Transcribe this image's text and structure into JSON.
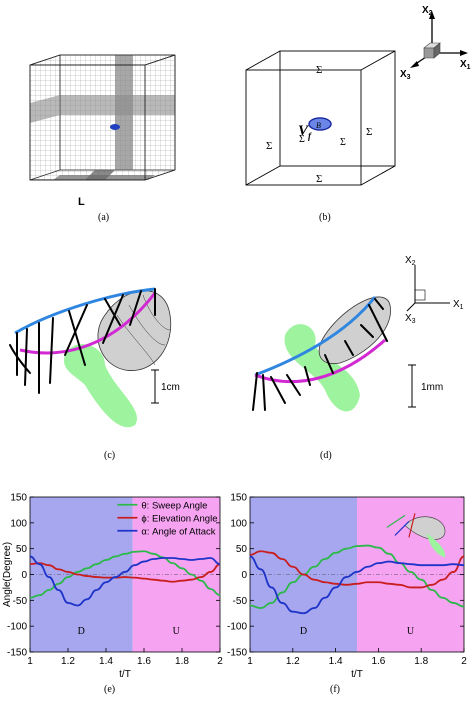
{
  "captions": {
    "a": "(a)",
    "b": "(b)",
    "c": "(c)",
    "d": "(d)",
    "e": "(e)",
    "f": "(f)"
  },
  "panel_a": {
    "length_label": "L"
  },
  "panel_b": {
    "sigma": "Σ",
    "fluid_label": "V",
    "fluid_sub": "f",
    "body_label": "B"
  },
  "axes_top": {
    "x1": "X",
    "x1_sub": "1",
    "x2": "X",
    "x2_sub": "2",
    "x3": "X",
    "x3_sub": "3"
  },
  "axes_mid": {
    "x1": "X",
    "x1_sub": "1",
    "x2": "X",
    "x2_sub": "2",
    "x3": "X",
    "x3_sub": "3"
  },
  "scale_c": "1cm",
  "scale_d": "1mm",
  "colors": {
    "sweep": "#2db84a",
    "elevation": "#c81e1e",
    "attack": "#1e34c8",
    "down_band": "#a7a7f0",
    "up_band": "#f6a3f2",
    "wing_blue": "#2f86e0",
    "wing_magenta": "#d22ad2",
    "wake_green": "#9ef39e",
    "body_gray": "#d0d0d0"
  },
  "chart_data": [
    {
      "type": "line",
      "xlabel": "t/T",
      "ylabel": "Angle(Degree)",
      "xlim": [
        1,
        2
      ],
      "ylim": [
        -150,
        150
      ],
      "xticks": [
        "1",
        "1.2",
        "1.4",
        "1.6",
        "1.8",
        "2"
      ],
      "yticks": [
        "150",
        "100",
        "50",
        "0",
        "-50",
        "-100",
        "-150"
      ],
      "bands": [
        {
          "label": "D",
          "from": 1.0,
          "to": 1.54
        },
        {
          "label": "U",
          "from": 1.54,
          "to": 2.0
        }
      ],
      "legend": [
        "θ: Sweep Angle",
        "ϕ: Elevation Angle",
        "α: Angle of Attack"
      ],
      "legend_position": "top-right",
      "x": [
        1.0,
        1.05,
        1.1,
        1.15,
        1.2,
        1.25,
        1.3,
        1.35,
        1.4,
        1.45,
        1.5,
        1.55,
        1.6,
        1.65,
        1.7,
        1.75,
        1.8,
        1.85,
        1.9,
        1.95,
        2.0
      ],
      "series": [
        {
          "name": "θ: Sweep Angle",
          "values": [
            -45,
            -40,
            -30,
            -18,
            -5,
            5,
            12,
            20,
            28,
            35,
            40,
            44,
            45,
            40,
            33,
            22,
            12,
            0,
            -12,
            -28,
            -40
          ]
        },
        {
          "name": "ϕ: Elevation Angle",
          "values": [
            20,
            22,
            18,
            10,
            5,
            0,
            -3,
            -5,
            -6,
            -6,
            -5,
            -6,
            -8,
            -10,
            -12,
            -14,
            -12,
            -10,
            -5,
            5,
            20
          ]
        },
        {
          "name": "α: Angle of Attack",
          "values": [
            35,
            20,
            -5,
            -30,
            -55,
            -60,
            -48,
            -30,
            -15,
            -5,
            5,
            18,
            25,
            30,
            32,
            32,
            30,
            28,
            30,
            32,
            20
          ]
        }
      ]
    },
    {
      "type": "line",
      "xlabel": "t/T",
      "ylabel": "",
      "xlim": [
        1,
        2
      ],
      "ylim": [
        -150,
        150
      ],
      "xticks": [
        "1",
        "1.2",
        "1.4",
        "1.6",
        "1.8",
        "2"
      ],
      "yticks": [
        "150",
        "100",
        "50",
        "0",
        "-50",
        "-100",
        "-150"
      ],
      "bands": [
        {
          "label": "D",
          "from": 1.0,
          "to": 1.5
        },
        {
          "label": "U",
          "from": 1.5,
          "to": 2.0
        }
      ],
      "x": [
        1.0,
        1.05,
        1.1,
        1.15,
        1.2,
        1.25,
        1.3,
        1.35,
        1.4,
        1.45,
        1.5,
        1.55,
        1.6,
        1.65,
        1.7,
        1.75,
        1.8,
        1.85,
        1.9,
        1.95,
        2.0
      ],
      "series": [
        {
          "name": "",
          "values": [
            -60,
            -65,
            -55,
            -35,
            -15,
            0,
            15,
            30,
            42,
            50,
            55,
            56,
            52,
            40,
            22,
            5,
            -10,
            -30,
            -45,
            -55,
            -62
          ]
        },
        {
          "name": "",
          "values": [
            38,
            45,
            42,
            30,
            15,
            0,
            -10,
            -15,
            -18,
            -20,
            -18,
            -15,
            -15,
            -18,
            -20,
            -25,
            -25,
            -20,
            -10,
            5,
            35
          ]
        },
        {
          "name": "",
          "values": [
            35,
            10,
            -25,
            -55,
            -72,
            -75,
            -65,
            -45,
            -25,
            -5,
            5,
            15,
            22,
            25,
            22,
            20,
            18,
            18,
            18,
            20,
            18
          ]
        }
      ]
    }
  ]
}
